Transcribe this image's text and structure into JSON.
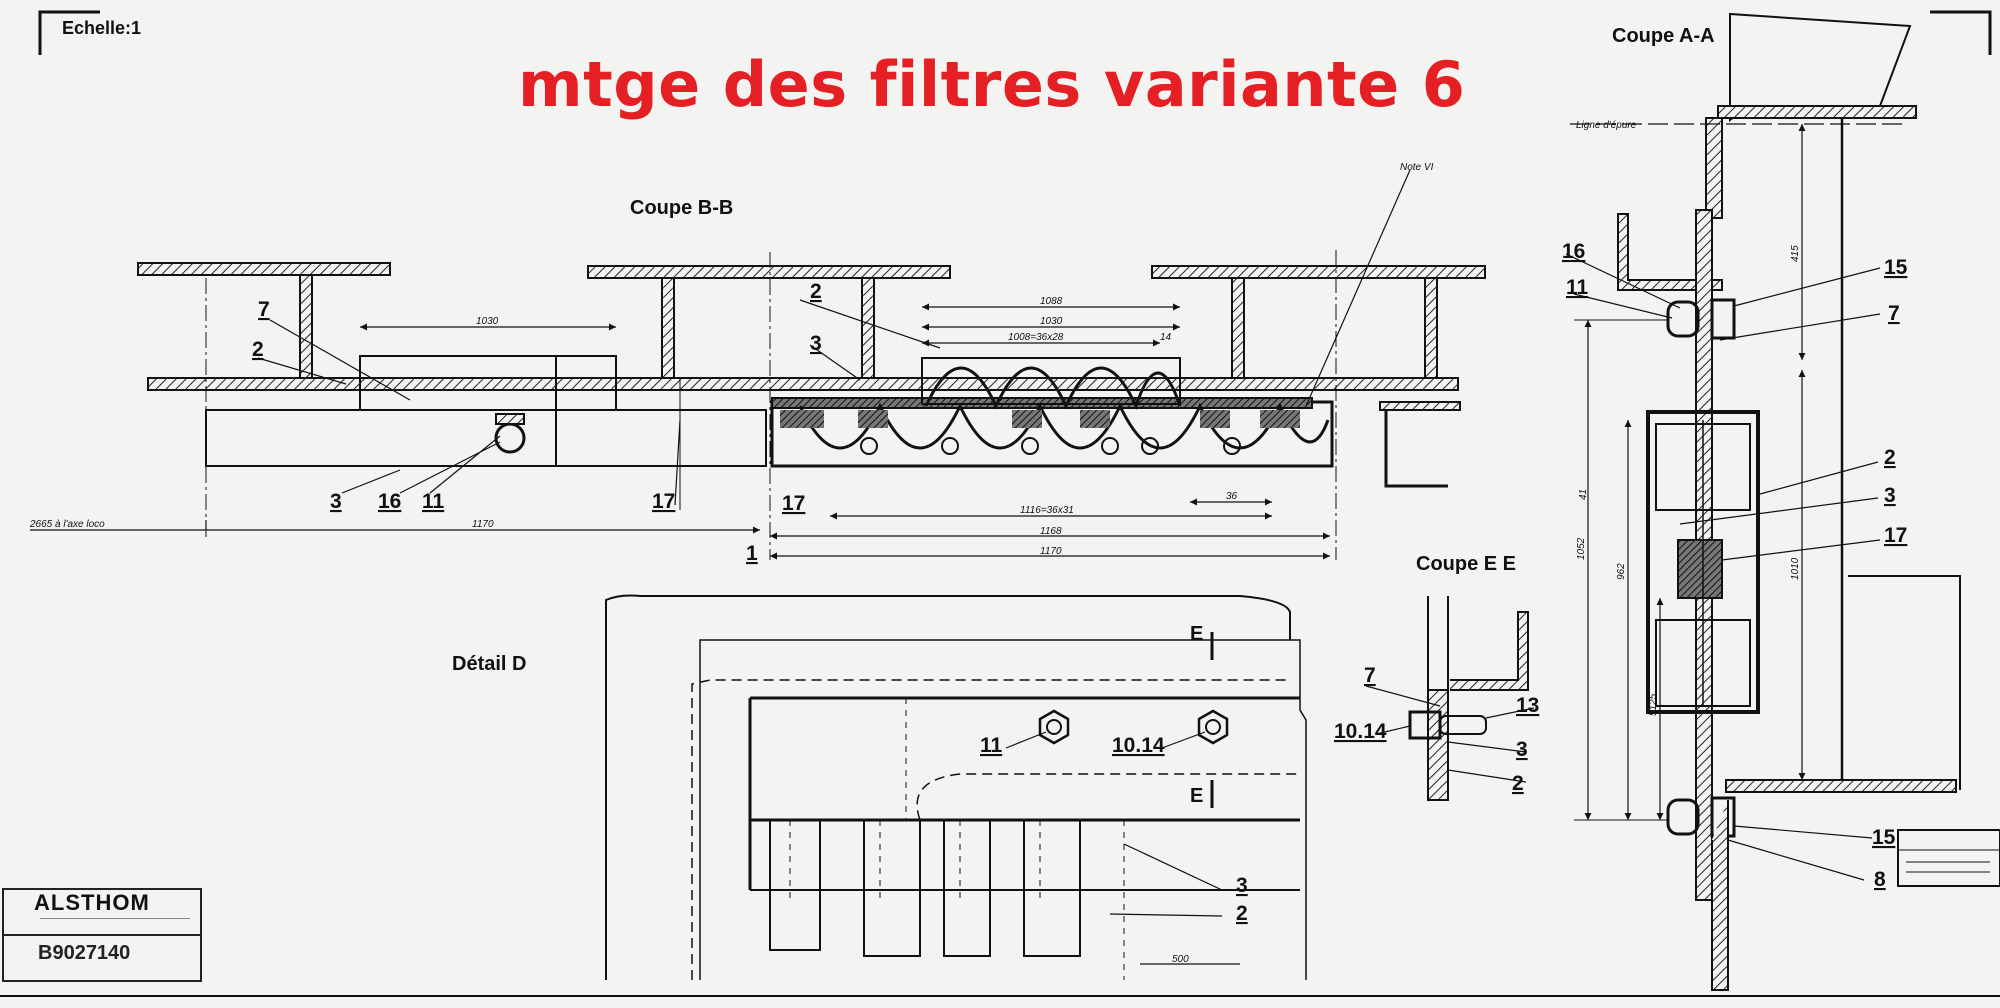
{
  "overlay_title": "mtge des filtres variante 6",
  "scale_note": "Echelle:1",
  "views": {
    "coupe_bb": "Coupe B-B",
    "coupe_aa": "Coupe A-A",
    "coupe_ee": "Coupe E E",
    "detail_d": "Détail D",
    "ligne_epure": "Ligne d'épure",
    "note": "Note VI",
    "section_mark": "E"
  },
  "callouts_bb": [
    "7",
    "2",
    "3",
    "16",
    "11",
    "17",
    "17",
    "2",
    "3"
  ],
  "callouts_aa": [
    "16",
    "11",
    "15",
    "7",
    "2",
    "3",
    "17",
    "15",
    "8"
  ],
  "callouts_ee": [
    "7",
    "10.14",
    "13",
    "3",
    "2"
  ],
  "callouts_detail": [
    "11",
    "10.14",
    "3",
    "2"
  ],
  "dimensions": {
    "d1": "1030",
    "d2": "1088",
    "d3": "1030",
    "d4": "1008=36x28",
    "d5": "14",
    "d6": "36",
    "d7": "1116=36x31",
    "d8": "1170",
    "d9": "1168",
    "d10": "1170",
    "d11": "1",
    "d12": "2665 à l'axe loco",
    "d13": "1052",
    "d14": "962",
    "d15": "5125",
    "d16": "1010",
    "d17": "415",
    "d18": "500",
    "d19": "41"
  },
  "title_block": {
    "company": "ALSTHOM",
    "number": "B9027140"
  }
}
